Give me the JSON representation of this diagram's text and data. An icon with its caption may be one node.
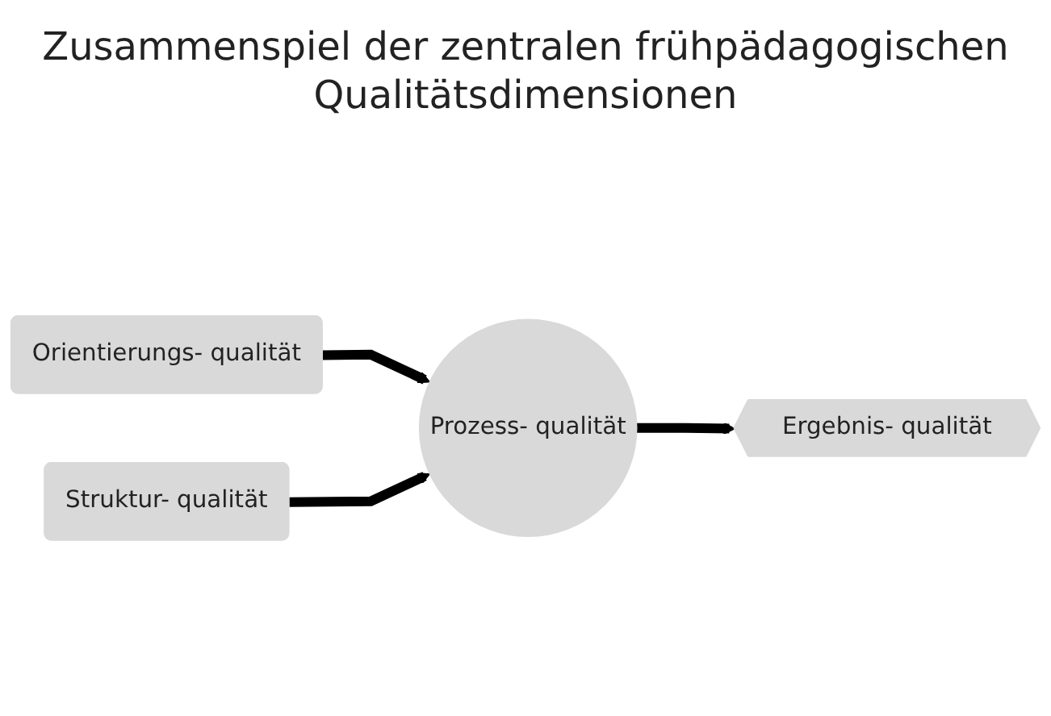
{
  "diagram": {
    "title": "Zusammenspiel der zentralen frühpädagogischen Qualitätsdimensionen",
    "nodes": [
      {
        "text": [
          "Orientierungs- qualität"
        ]
      },
      {
        "text": [
          "Struktur- qualität"
        ]
      },
      {
        "text": [
          "Prozess- qualität"
        ]
      },
      {
        "text": [
          "Ergebnis- qualität"
        ]
      }
    ],
    "edges": [
      {
        "from": 0,
        "to": 2,
        "arrow": "to"
      },
      {
        "from": 1,
        "to": 2,
        "arrow": "to"
      },
      {
        "from": 2,
        "to": 3,
        "arrow": "to"
      }
    ]
  }
}
